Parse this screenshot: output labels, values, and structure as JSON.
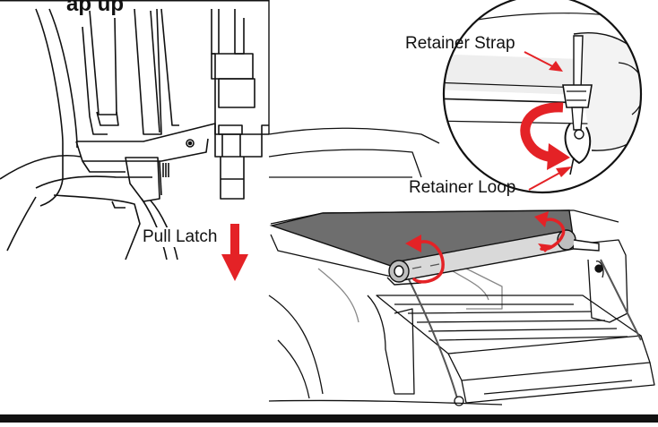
{
  "labels": {
    "heading_partial": "ap up",
    "retainer_strap": "Retainer Strap",
    "retainer_loop": "Retainer Loop",
    "pull_latch": "Pull Latch"
  },
  "colors": {
    "arrow": "#e42226",
    "line": "#111111",
    "panel_gray": "#6e6e6e",
    "light_gray": "#d9d9d9"
  },
  "icons": {
    "pull_arrow": "arrow-down-icon",
    "rotate_arrow": "curved-arrow-icon"
  }
}
